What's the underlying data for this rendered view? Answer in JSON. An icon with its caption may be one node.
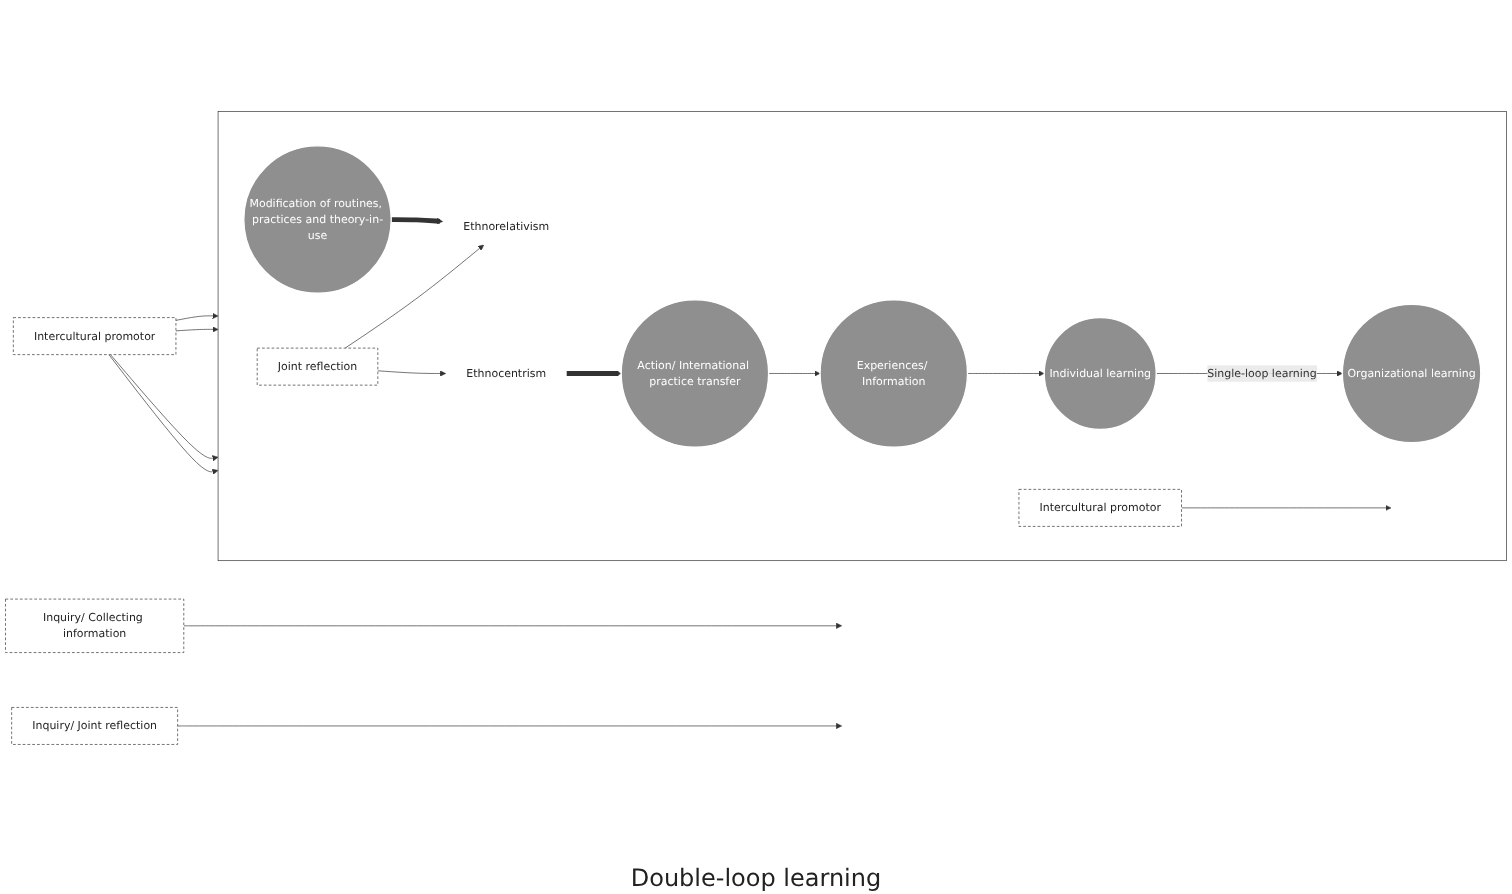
{
  "diagram": {
    "nodes": [
      {
        "text": [
          "Intercultural promotor"
        ]
      },
      {
        "text": [],
        "shape": "box"
      },
      {
        "text": [
          "Joint reflection"
        ],
        "in": 1
      },
      {
        "text": [
          "Ethnorelativism"
        ],
        "in": 1
      },
      {
        "text": [
          "Modification of routines, practices and theory-in-use"
        ],
        "in": 1
      },
      {
        "text": [
          "Organizational learning"
        ],
        "in": 1
      },
      {
        "text": [
          "Intercultural promotor"
        ],
        "in": 1
      },
      {
        "text": [
          "Ethnocentrism"
        ],
        "in": 1
      },
      {
        "text": [
          "Action/ International practice transfer"
        ],
        "in": 1
      },
      {
        "text": [
          "Experiences/ Information"
        ],
        "in": 1
      },
      {
        "text": [
          "Individual learning"
        ],
        "in": 1
      },
      {
        "text": [
          "Inquiry/ Collecting information"
        ]
      },
      {
        "text": [
          "Inquiry/ Joint reflection"
        ]
      }
    ],
    "edges": [
      {
        "from": 0,
        "to": 1,
        "arrow": "to"
      },
      {
        "from": 0,
        "to": 1,
        "arrow": "to"
      },
      {
        "from": 0,
        "to": 1,
        "arrow": "to"
      },
      {
        "from": 0,
        "to": 1,
        "arrow": "to"
      },
      {
        "from": 2,
        "to": 3,
        "arrow": "to"
      },
      {
        "from": 2,
        "to": 7,
        "arrow": "to"
      },
      {
        "from": 4,
        "to": 3,
        "arrow": "to",
        "style": "thick"
      },
      {
        "from": 7,
        "to": 8,
        "arrow": "to",
        "style": "thick"
      },
      {
        "from": 8,
        "to": 9,
        "arrow": "to"
      },
      {
        "from": 9,
        "to": 10,
        "arrow": "to"
      },
      {
        "from": 10,
        "to": 5,
        "arrow": "to",
        "label": "Single-loop learning"
      },
      {
        "from": 6,
        "to": null,
        "arrow": "to"
      },
      {
        "from": 11,
        "to": null,
        "arrow": "to"
      },
      {
        "from": 12,
        "to": null,
        "arrow": "to"
      }
    ],
    "labels": [
      "Double-loop learning"
    ]
  }
}
